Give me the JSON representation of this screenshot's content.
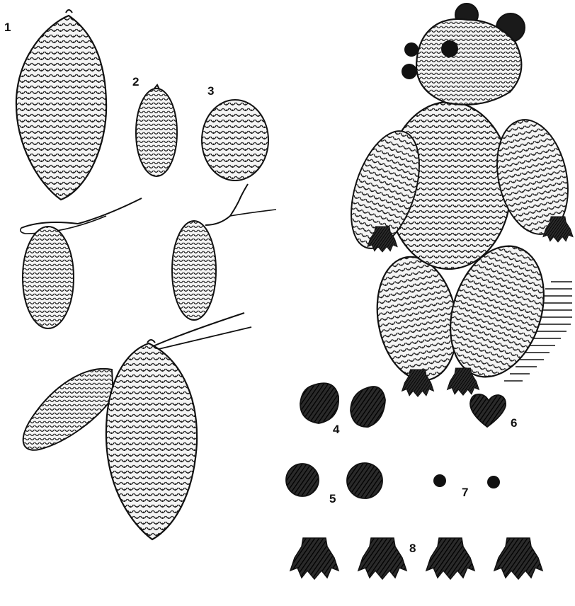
{
  "labels": {
    "n1": "1",
    "n2": "2",
    "n3": "3",
    "n4": "4",
    "n5": "5",
    "n6": "6",
    "n7": "7",
    "n8": "8"
  },
  "colors": {
    "ink": "#111111",
    "paper": "#ffffff",
    "scale_fill": "#f4f4f4"
  }
}
